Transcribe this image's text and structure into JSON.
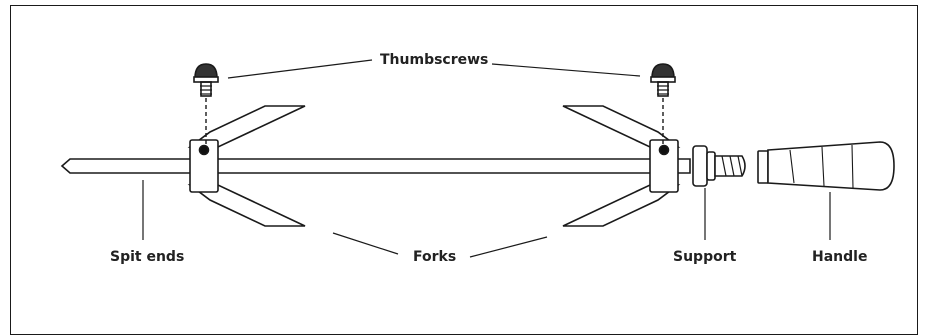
{
  "labels": {
    "thumbscrews": "Thumbscrews",
    "spit_ends": "Spit ends",
    "forks": "Forks",
    "support": "Support",
    "handle": "Handle"
  },
  "colors": {
    "line": "#1a1a1a",
    "fill": "#ffffff",
    "dot": "#111111"
  }
}
